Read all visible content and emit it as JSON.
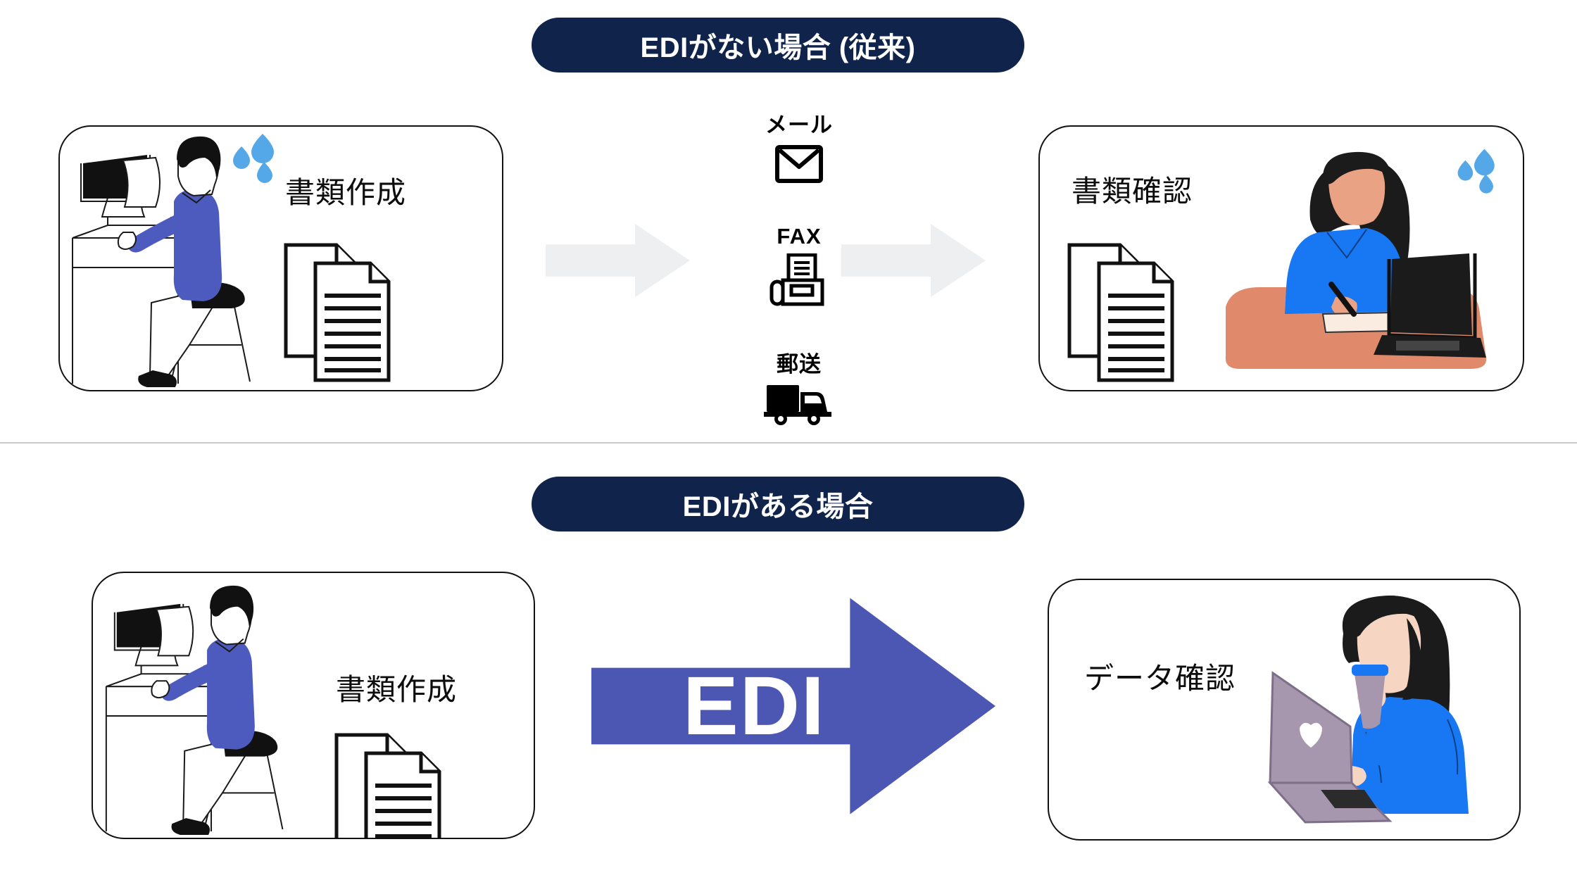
{
  "sections": [
    {
      "id": "without-edi",
      "title": "EDIがない場合 (従来)",
      "left_card": {
        "label": "書類作成",
        "illustration": "man-at-desk-creating-documents",
        "has_sweat_drops": true,
        "documents_icon": "stacked-documents-icon"
      },
      "channels": [
        {
          "label": "メール",
          "icon": "envelope-icon"
        },
        {
          "label": "FAX",
          "icon": "fax-machine-icon"
        },
        {
          "label": "郵送",
          "icon": "delivery-truck-icon"
        }
      ],
      "arrows": [
        {
          "name": "flow-arrow-left",
          "style": "gray",
          "color": "#EDEFF1"
        },
        {
          "name": "flow-arrow-right",
          "style": "gray",
          "color": "#EDEFF1"
        }
      ],
      "right_card": {
        "label": "書類確認",
        "illustration": "woman-writing-at-laptop",
        "has_sweat_drops": true,
        "documents_icon": "stacked-documents-icon"
      }
    },
    {
      "id": "with-edi",
      "title": "EDIがある場合",
      "left_card": {
        "label": "書類作成",
        "illustration": "man-at-desk-creating-documents",
        "has_sweat_drops": false,
        "documents_icon": "stacked-documents-icon"
      },
      "arrow": {
        "name": "edi-arrow",
        "label": "EDI",
        "color": "#4C57B4"
      },
      "right_card": {
        "label": "データ確認",
        "illustration": "woman-with-coffee-at-laptop",
        "has_sweat_drops": false
      }
    }
  ],
  "colors": {
    "pill_navy": "#10234A",
    "pill_text": "#FFFFFF",
    "edi_arrow": "#4C57B4",
    "gray_arrow": "#EDEFF1",
    "card_border": "#111111",
    "shirt_indigo": "#4D5BBF",
    "shirt_blue": "#1877F2",
    "drop_blue": "#55A8E8",
    "desk_salmon": "#E08A6B",
    "laptop_mauve": "#A696AE",
    "divider": "#C9C9C9",
    "background": "#FFFFFF"
  }
}
